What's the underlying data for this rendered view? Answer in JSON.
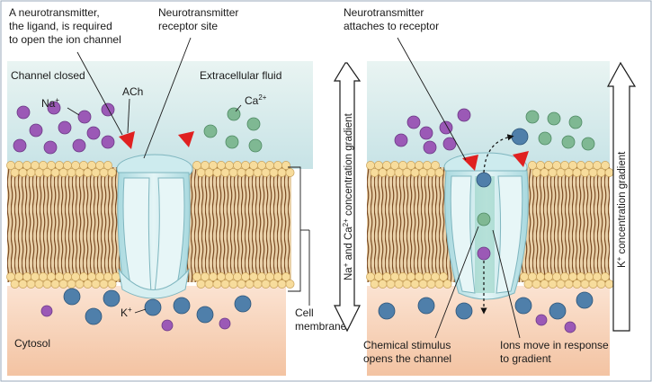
{
  "left_panel": {
    "label_ligand_line1": "A neurotransmitter,",
    "label_ligand_line2": "the ligand, is required",
    "label_ligand_line3": "to open the ion channel",
    "label_receptor_line1": "Neurotransmitter",
    "label_receptor_line2": "receptor site",
    "channel_state": "Channel closed",
    "extracellular": "Extracellular fluid",
    "ion_na": "Na",
    "ion_na_sup": "+",
    "ion_ach": "ACh",
    "ion_ca": "Ca",
    "ion_ca_sup": "2+",
    "ion_k": "K",
    "ion_k_sup": "+",
    "cytosol": "Cytosol",
    "cell_membrane_line1": "Cell",
    "cell_membrane_line2": "membrane"
  },
  "right_panel": {
    "label_attach_line1": "Neurotransmitter",
    "label_attach_line2": "attaches to receptor",
    "grad_left_na": "Na",
    "grad_left_na_sup": "+",
    "grad_left_mid": " and Ca",
    "grad_left_ca_sup": "2+",
    "grad_left_end": " concentration gradient",
    "grad_right_k": "K",
    "grad_right_k_sup": "+",
    "grad_right_end": " concentration gradient",
    "label_stimulus_line1": "Chemical stimulus",
    "label_stimulus_line2": "opens the channel",
    "label_ions_line1": "Ions move in response",
    "label_ions_line2": "to gradient"
  },
  "colors": {
    "na_ion": "#9b59b6",
    "ca_ion": "#7fb893",
    "k_ion": "#4f7faa",
    "ach": "#e02020",
    "channel": "#bfe6ec",
    "membrane_head": "#f7dc9c",
    "membrane_tail": "#8b5a2b",
    "extracellular_top": "#dfeff0",
    "cytosol_bottom": "#f4c9ab"
  }
}
